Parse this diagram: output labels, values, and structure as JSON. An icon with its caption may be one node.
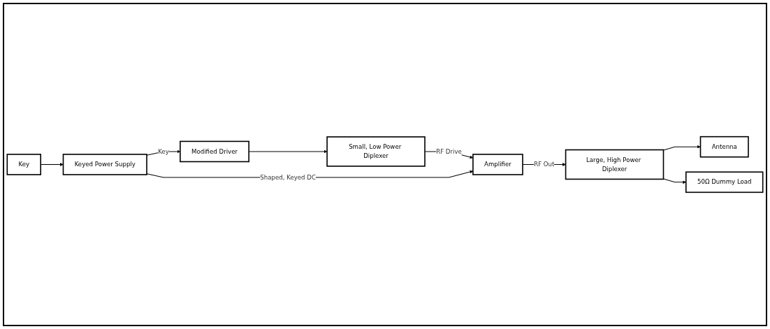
{
  "diagram": {
    "nodes": [
      {
        "text": [
          "Key"
        ]
      },
      {
        "text": [
          "Keyed Power Supply"
        ]
      },
      {
        "text": [
          "Modified Driver"
        ]
      },
      {
        "text": [
          "Small, Low Power Diplexer"
        ]
      },
      {
        "text": [
          "Amplifier"
        ]
      },
      {
        "text": [
          "Large, High Power Diplexer"
        ]
      },
      {
        "text": [
          "Antenna"
        ]
      },
      {
        "text": [
          "50Ω Dummy Load"
        ]
      }
    ],
    "edges": [
      {
        "from": 0,
        "to": 1,
        "arrow": "to"
      },
      {
        "from": 1,
        "to": 2,
        "arrow": "to",
        "label": "Key"
      },
      {
        "from": 2,
        "to": 3,
        "arrow": "to"
      },
      {
        "from": 3,
        "to": 4,
        "arrow": "to",
        "label": "RF Drive"
      },
      {
        "from": 1,
        "to": 4,
        "arrow": "to",
        "label": "Shaped, Keyed DC"
      },
      {
        "from": 4,
        "to": 5,
        "arrow": "to",
        "label": "RF Out"
      },
      {
        "from": 5,
        "to": 6,
        "arrow": "to"
      },
      {
        "from": 5,
        "to": 7,
        "arrow": "to"
      }
    ]
  }
}
